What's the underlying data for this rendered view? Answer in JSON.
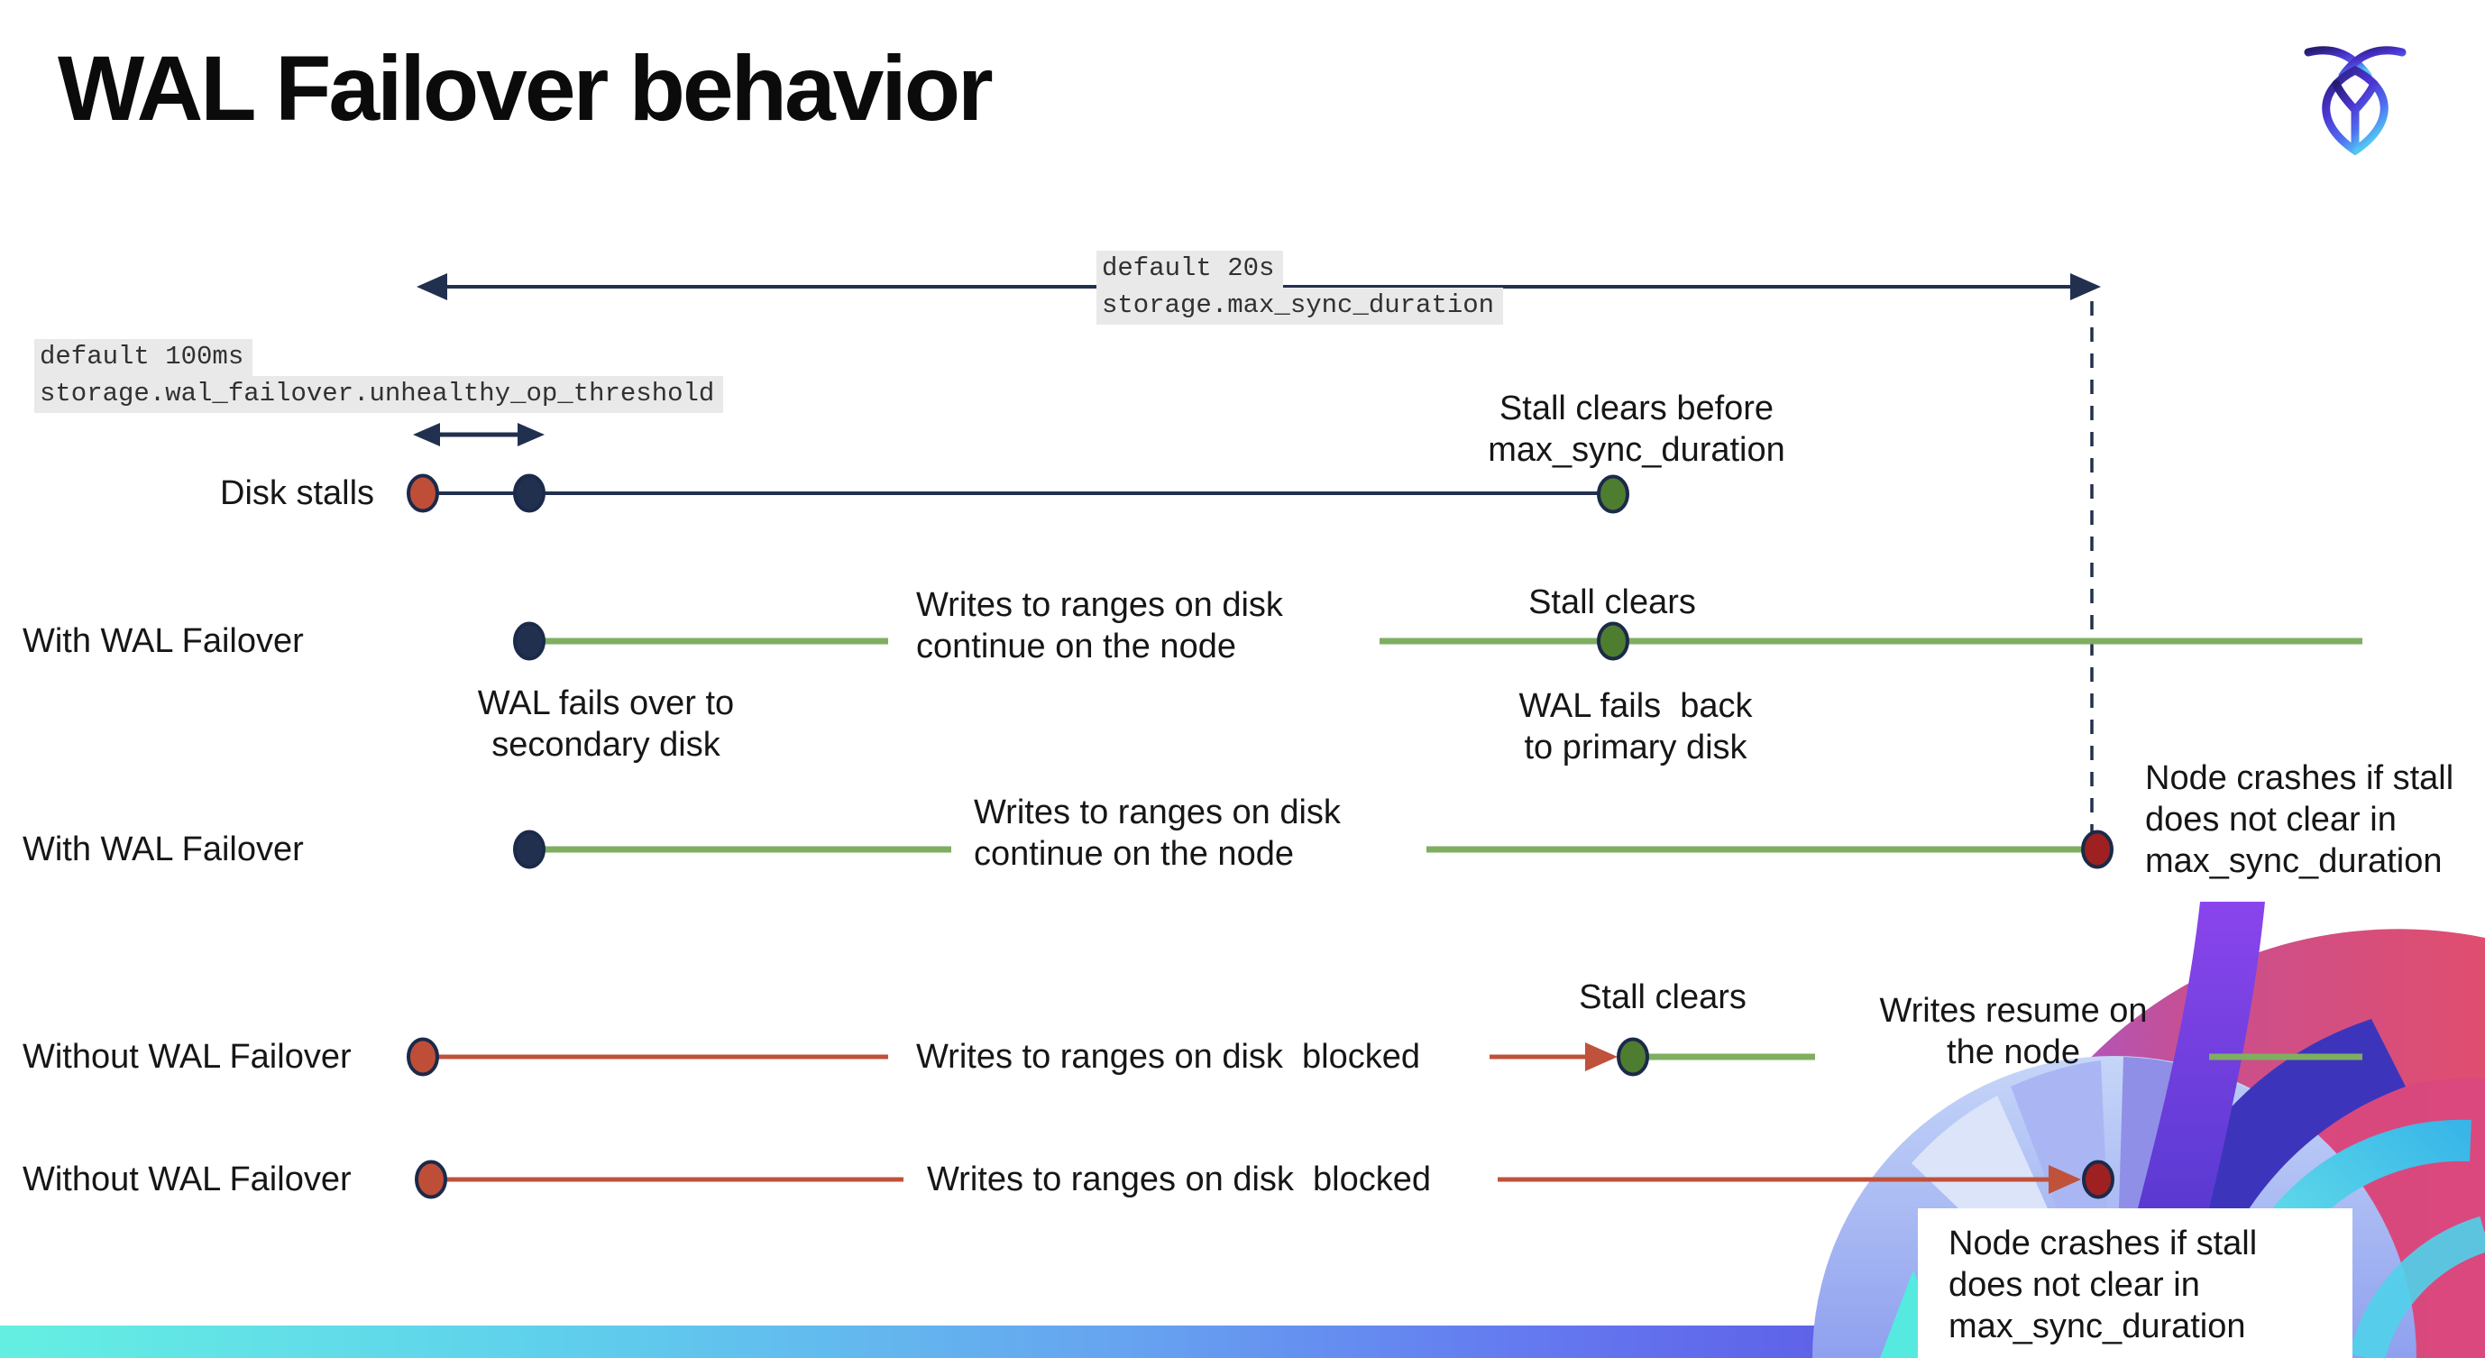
{
  "slide": {
    "title": "WAL Failover behavior",
    "logo_icon": "cockroach-logo"
  },
  "settings": {
    "max_sync_duration": {
      "default_label": "default 20s",
      "setting_name": "storage.max_sync_duration"
    },
    "unhealthy_op_threshold": {
      "default_label": "default 100ms",
      "setting_name": "storage.wal_failover.unhealthy_op_threshold"
    }
  },
  "rows": {
    "disk_stalls": {
      "label": "Disk stalls"
    },
    "with_failover_1": {
      "label": "With WAL Failover"
    },
    "with_failover_2": {
      "label": "With WAL Failover"
    },
    "without_failover_1": {
      "label": "Without WAL Failover"
    },
    "without_failover_2": {
      "label": "Without WAL Failover"
    }
  },
  "annotations": {
    "stall_clears_before": {
      "line1": "Stall clears before",
      "line2": "max_sync_duration"
    },
    "writes_continue_1": {
      "line1": "Writes to ranges on disk",
      "line2": "continue on the node"
    },
    "stall_clears_1": "Stall clears",
    "wal_fails_over": {
      "line1": "WAL fails over to",
      "line2": "secondary disk"
    },
    "wal_fails_back": {
      "line1": "WAL fails  back",
      "line2": "to primary disk"
    },
    "writes_continue_2": {
      "line1": "Writes to ranges on disk",
      "line2": "continue on the node"
    },
    "node_crashes_1": {
      "line1": "Node crashes if stall",
      "line2": "does not clear in",
      "line3": "max_sync_duration"
    },
    "writes_blocked_1": "Writes to ranges on disk  blocked",
    "stall_clears_2": "Stall clears",
    "writes_resume": {
      "line1": "Writes resume on",
      "line2": "the node"
    },
    "writes_blocked_2": "Writes to ranges on disk  blocked",
    "node_crashes_2": {
      "line1": "Node crashes if stall",
      "line2": "does not clear in",
      "line3": "max_sync_duration"
    }
  },
  "colors": {
    "navy": "#22304f",
    "green_line": "#7fae60",
    "green_dot": "#4e7d2f",
    "red_line": "#c0513b",
    "red_dot": "#bf4e38",
    "crash_dot": "#9e2020",
    "code_highlight_bg": "#e9e9e9",
    "bottom_bar_gradient": [
      "#64efe2",
      "#5fd0ec",
      "#66a4f0",
      "#5b55e3",
      "#6b38d6"
    ]
  }
}
